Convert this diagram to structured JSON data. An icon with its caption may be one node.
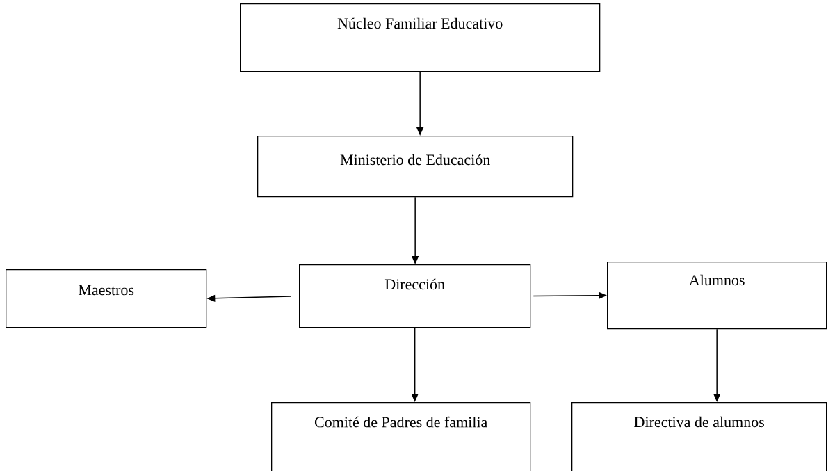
{
  "diagram": {
    "nodes": [
      {
        "text": [
          "Núcleo Familiar Educativo"
        ]
      },
      {
        "text": [
          "Ministerio de Educación"
        ]
      },
      {
        "text": [
          "Dirección"
        ]
      },
      {
        "text": [
          "Maestros"
        ]
      },
      {
        "text": [
          "Alumnos"
        ]
      },
      {
        "text": [
          "Comité de Padres de familia"
        ]
      },
      {
        "text": [
          "Directiva de alumnos"
        ]
      }
    ],
    "edges": [
      {
        "from": 0,
        "to": 1,
        "arrow": "to"
      },
      {
        "from": 1,
        "to": 2,
        "arrow": "to"
      },
      {
        "from": 2,
        "to": 3,
        "arrow": "to"
      },
      {
        "from": 2,
        "to": 4,
        "arrow": "to"
      },
      {
        "from": 2,
        "to": 5,
        "arrow": "to"
      },
      {
        "from": 4,
        "to": 6,
        "arrow": "to"
      }
    ]
  }
}
